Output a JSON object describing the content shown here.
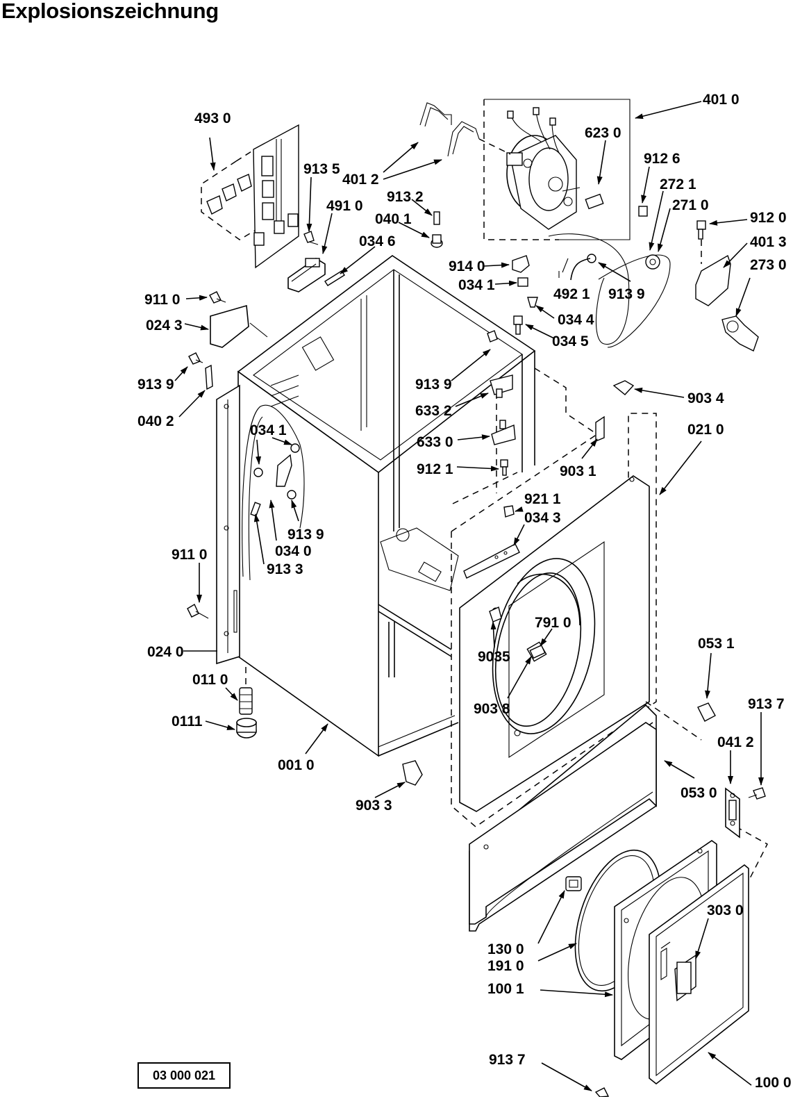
{
  "title": "Explosionszeichnung",
  "reference_number": "03 000 021",
  "labels": {
    "l4010": "401 0",
    "l4930": "493 0",
    "l6230": "623 0",
    "l9126": "912 6",
    "l2721": "272 1",
    "l2710": "271 0",
    "l9135": "913 5",
    "l4012": "401 2",
    "l9132": "913 2",
    "l4910": "491 0",
    "l0401": "040 1",
    "l9120": "912 0",
    "l4013": "401 3",
    "l0346": "034 6",
    "l2730": "273 0",
    "l9140": "914 0",
    "l0341a": "034 1",
    "l4921": "492 1",
    "l9139a": "913 9",
    "l9110a": "911 0",
    "l0344": "034 4",
    "l0243": "024 3",
    "l0345": "034 5",
    "l9139b": "913 9",
    "l9139c": "913 9",
    "l6332": "633 2",
    "l9034": "903 4",
    "l0402": "040 2",
    "l6330": "633 0",
    "l0210": "021 0",
    "l0341b": "034 1",
    "l9121": "912 1",
    "l9031": "903 1",
    "l9211": "921 1",
    "l0343": "034 3",
    "l9139d": "913 9",
    "l0340": "034 0",
    "l9133": "913 3",
    "l9110b": "911 0",
    "l7910": "791 0",
    "l9035": "9035",
    "l0531": "053 1",
    "l0240": "024 0",
    "l9038": "903 8",
    "l0110": "011 0",
    "l9137a": "913 7",
    "l0111": "0111",
    "l0412": "041 2",
    "l0010": "001 0",
    "l0530": "053 0",
    "l9033": "903 3",
    "l3030": "303 0",
    "l1300": "130 0",
    "l1910": "191 0",
    "l1001": "100 1",
    "l9137b": "913 7",
    "l1000": "100 0"
  }
}
